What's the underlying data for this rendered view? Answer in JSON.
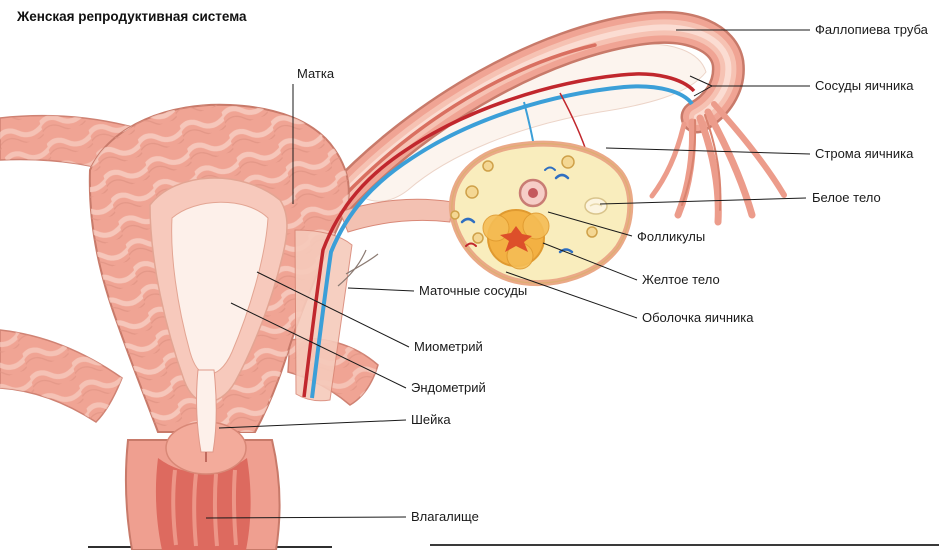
{
  "title": "Женская репродуктивная система",
  "labels": {
    "uterus": "Матка",
    "fallopian_tube": "Фаллопиева труба",
    "ovarian_vessels": "Сосуды яичника",
    "ovarian_stroma": "Строма яичника",
    "corpus_albicans": "Белое тело",
    "follicles": "Фолликулы",
    "corpus_luteum": "Желтое тело",
    "ovarian_capsule": "Оболочка яичника",
    "uterine_vessels": "Маточные сосуды",
    "myometrium": "Миометрий",
    "endometrium": "Эндометрий",
    "cervix": "Шейка",
    "vagina": "Влагалище"
  },
  "colors": {
    "tissue": "#f0a494",
    "tissue_dark": "#c87a6a",
    "tissue_light": "#f6c2b3",
    "endometrium": "#f7c9bc",
    "cavity": "#fdf0ea",
    "ovary_fill": "#f9edbd",
    "ovary_rim": "#eaa987",
    "corpus_luteum": "#f3b143",
    "corpus_luteum_core": "#dd4f2a",
    "artery": "#c1272d",
    "vein": "#3b9fd8",
    "label_text": "#1a1a1a"
  }
}
